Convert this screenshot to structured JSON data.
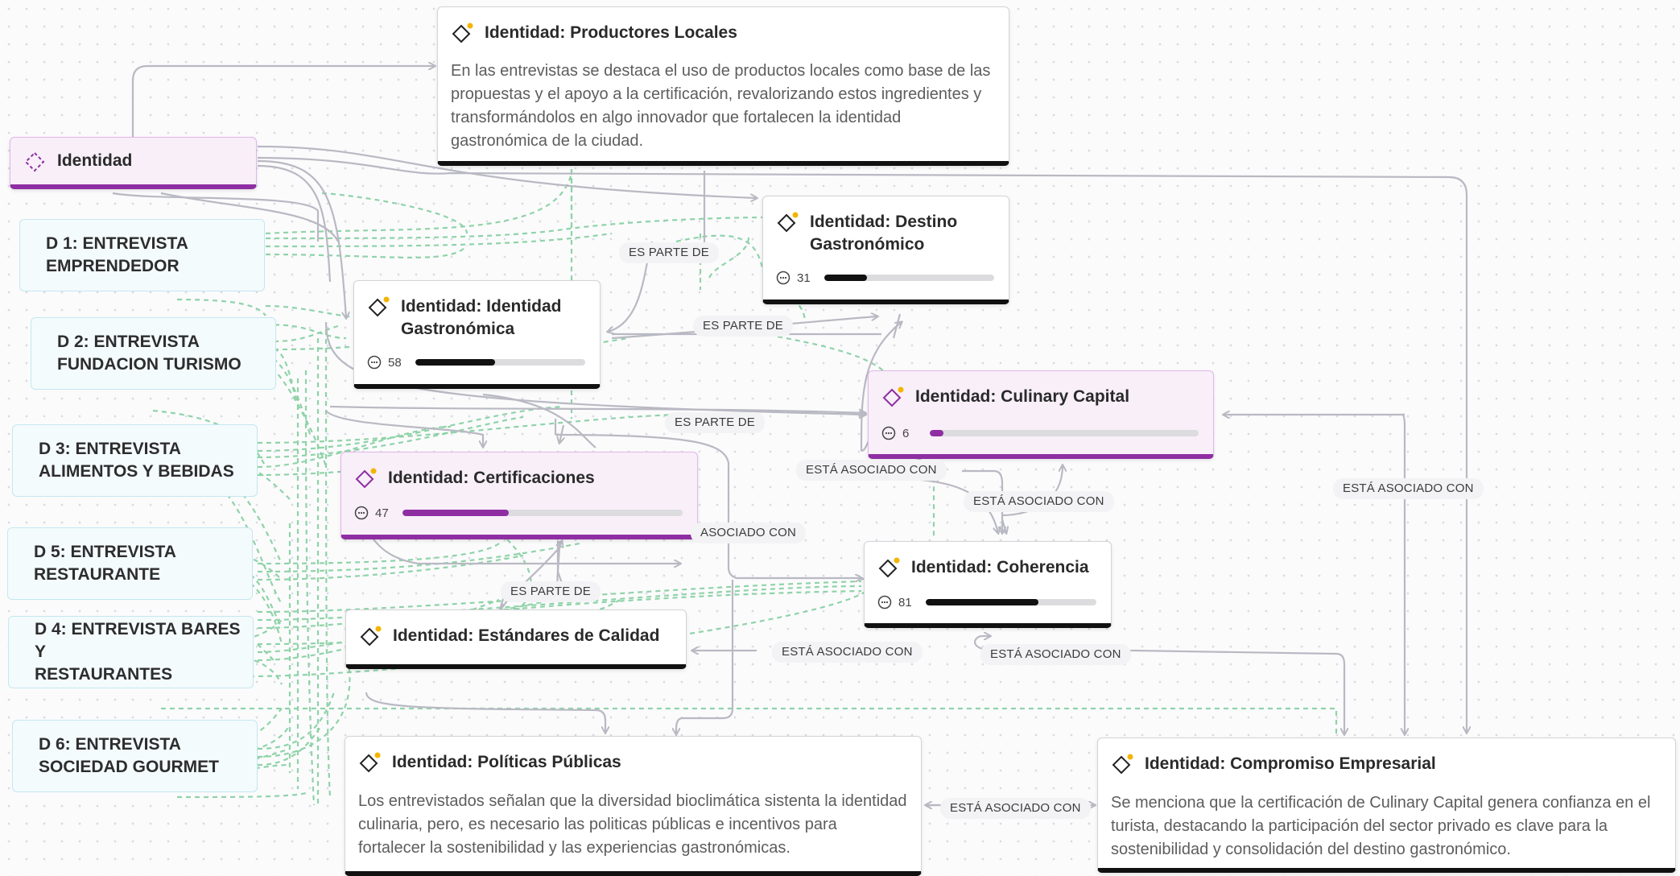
{
  "root": {
    "label": "Identidad"
  },
  "documents": [
    {
      "id": "d1",
      "label": "D 1: ENTREVISTA\nEMPRENDEDOR"
    },
    {
      "id": "d2",
      "label": "D 2: ENTREVISTA\nFUNDACION TURISMO"
    },
    {
      "id": "d3",
      "label": "D 3: ENTREVISTA\nALIMENTOS Y BEBIDAS"
    },
    {
      "id": "d5",
      "label": "D 5: ENTREVISTA\nRESTAURANTE"
    },
    {
      "id": "d4",
      "label": "D 4: ENTREVISTA BARES Y\nRESTAURANTES"
    },
    {
      "id": "d6",
      "label": "D 6: ENTREVISTA\nSOCIEDAD GOURMET"
    }
  ],
  "codes": {
    "productores": {
      "title": "Identidad: Productores Locales",
      "text": "En las entrevistas se destaca el uso de productos locales como base de las propuestas y el apoyo a la certificación, revalorizando estos ingredientes y transformándolos en algo innovador que fortalecen la identidad gastronómica de la ciudad."
    },
    "destino": {
      "title": "Identidad: Destino Gastronómico",
      "count": "31",
      "fill": 0.25
    },
    "identidad_gastro": {
      "title": "Identidad: Identidad Gastronómica",
      "count": "58",
      "fill": 0.47
    },
    "culinary": {
      "title": "Identidad: Culinary Capital",
      "count": "6",
      "fill": 0.05
    },
    "certificaciones": {
      "title": "Identidad: Certificaciones",
      "count": "47",
      "fill": 0.38
    },
    "coherencia": {
      "title": "Identidad: Coherencia",
      "count": "81",
      "fill": 0.66
    },
    "estandares": {
      "title": "Identidad: Estándares de Calidad"
    },
    "politicas": {
      "title": "Identidad: Políticas Públicas",
      "text": "Los entrevistados señalan que la diversidad bioclimática sistenta la identidad culinaria, pero, es necesario las politicas públicas e incentivos para fortalecer la sostenibilidad y las experiencias gastronómicas."
    },
    "compromiso": {
      "title": "Identidad: Compromiso Empresarial",
      "text": "Se menciona que la certificación de Culinary Capital genera confianza en el turista, destacando la participación del sector privado es clave para la sostenibilidad y consolidación del destino gastronómico."
    }
  },
  "edge_labels": {
    "es_parte_de_1": "ES PARTE DE",
    "es_parte_de_2": "ES PARTE DE",
    "es_parte_de_3": "ES PARTE DE",
    "es_parte_de_4": "ES PARTE DE",
    "asociado_1": "ESTÁ ASOCIADO CON",
    "asociado_2": "ESTÁ ASOCIADO CON",
    "asociado_3": "ESTÁ ASOCIADO CON",
    "asociado_4": "ASOCIADO CON",
    "asociado_5": "ESTÁ ASOCIADO CON",
    "asociado_6": "ESTÁ ASOCIADO CON",
    "asociado_7": "ESTÁ ASOCIADO CON"
  },
  "colors": {
    "relation_line": "#b9b9c3",
    "document_link": "#8fd3a8",
    "code_accent": "#8e2ea2",
    "icon_dot": "#f3b400"
  },
  "icons": {
    "code": "diamond-icon",
    "root": "dashed-diamond-icon",
    "count": "quote-bubble-icon"
  }
}
